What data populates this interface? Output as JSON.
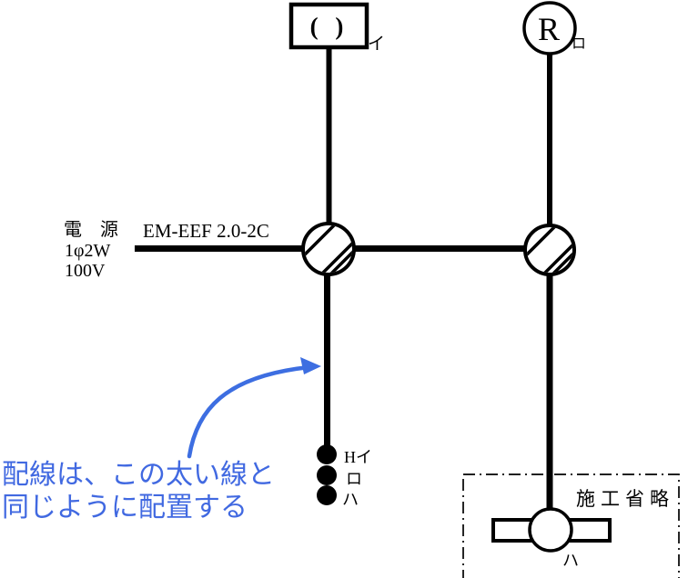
{
  "diagram": {
    "source": {
      "title": "電　源",
      "phase": "1φ2W",
      "voltage": "100V"
    },
    "cable": {
      "label": "EM-EEF 2.0-2C"
    },
    "ceiling_rosette": {
      "glyph": "( )",
      "label": "イ"
    },
    "device_r": {
      "glyph": "R",
      "label": "ロ"
    },
    "switches": {
      "s1": "Hイ",
      "s2": "ロ",
      "s3": "ハ"
    },
    "omitted_area": {
      "caption": "施工省略",
      "lamp_label": "ハ"
    }
  },
  "annotation": {
    "line1": "配線は、この太い線と",
    "line2": "同じように配置する"
  },
  "colors": {
    "wire": "#000000",
    "annotation_blue": "#4169E1",
    "background": "#ffffff"
  },
  "icons": {
    "junction_box": "hatched-circle",
    "switch": "filled-dot",
    "lamp": "circle-with-bar",
    "arrow": "curved-blue-arrow"
  }
}
